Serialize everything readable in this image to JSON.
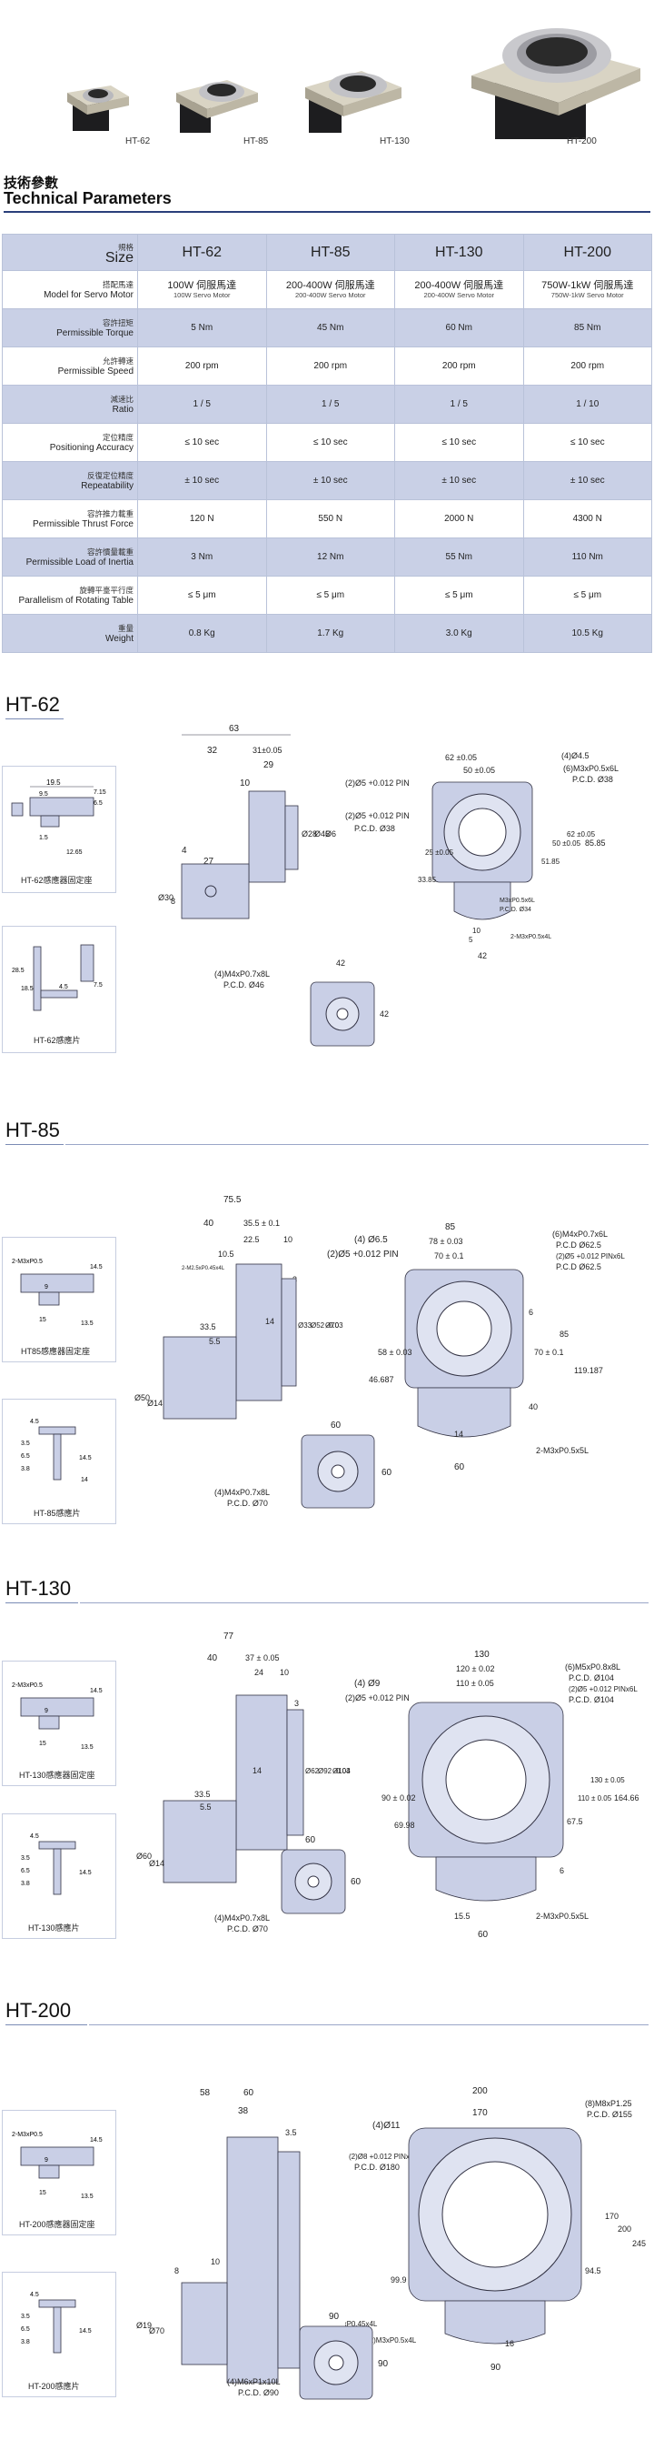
{
  "products": [
    {
      "label": "HT-62"
    },
    {
      "label": "HT-85"
    },
    {
      "label": "HT-130"
    },
    {
      "label": "HT-200"
    }
  ],
  "heading": {
    "cn": "技術參數",
    "en": "Technical Parameters"
  },
  "table": {
    "header": {
      "cn": "規格",
      "en": "Size",
      "models": [
        "HT-62",
        "HT-85",
        "HT-130",
        "HT-200"
      ]
    },
    "rows": [
      {
        "cn": "搭配馬達",
        "en": "Model for Servo Motor",
        "cells": [
          {
            "main": "100W 伺服馬達",
            "sub": "100W Servo Motor"
          },
          {
            "main": "200-400W 伺服馬達",
            "sub": "200-400W Servo Motor"
          },
          {
            "main": "200-400W 伺服馬達",
            "sub": "200-400W Servo Motor"
          },
          {
            "main": "750W-1kW 伺服馬達",
            "sub": "750W-1kW Servo Motor"
          }
        ]
      },
      {
        "cn": "容許扭矩",
        "en": "Permissible Torque",
        "values": [
          "5 Nm",
          "45 Nm",
          "60 Nm",
          "85 Nm"
        ]
      },
      {
        "cn": "允許轉速",
        "en": "Permissible Speed",
        "values": [
          "200 rpm",
          "200 rpm",
          "200 rpm",
          "200 rpm"
        ]
      },
      {
        "cn": "減速比",
        "en": "Ratio",
        "values": [
          "1 / 5",
          "1 / 5",
          "1 / 5",
          "1 / 10"
        ]
      },
      {
        "cn": "定位精度",
        "en": "Positioning Accuracy",
        "values": [
          "≤ 10 sec",
          "≤ 10 sec",
          "≤ 10 sec",
          "≤ 10 sec"
        ]
      },
      {
        "cn": "反復定位精度",
        "en": "Repeatability",
        "values": [
          "± 10 sec",
          "± 10 sec",
          "± 10 sec",
          "± 10 sec"
        ]
      },
      {
        "cn": "容許推力載重",
        "en": "Permissible Thrust Force",
        "values": [
          "120 N",
          "550 N",
          "2000 N",
          "4300 N"
        ]
      },
      {
        "cn": "容許慣量載重",
        "en": "Permissible Load of Inertia",
        "values": [
          "3 Nm",
          "12 Nm",
          "55 Nm",
          "110 Nm"
        ]
      },
      {
        "cn": "旋轉平臺平行度",
        "en": "Parallelism of Rotating Table",
        "values": [
          "≤ 5 μm",
          "≤ 5 μm",
          "≤ 5 μm",
          "≤ 5 μm"
        ]
      },
      {
        "cn": "重量",
        "en": "Weight",
        "values": [
          "0.8 Kg",
          "1.7 Kg",
          "3.0 Kg",
          "10.5 Kg"
        ]
      }
    ]
  },
  "sections": [
    {
      "title": "HT-62",
      "captions": {
        "sensor_mount": "HT-62感應器固定座",
        "sensor_plate": "HT-62感應片"
      },
      "dims": {
        "d63": "63",
        "d32": "32",
        "d31": "31±0.05",
        "d29": "29",
        "d10": "10",
        "d4": "4",
        "d27": "27",
        "d28": "Ø28",
        "d45": "Ø45",
        "d62": "Ø62",
        "d30": "Ø30",
        "d8": "8",
        "pin": "(2)Ø5 +0.012 PIN",
        "pin2": "(2)Ø5 +0.012 PIN",
        "pcd38": "P.C.D. Ø38",
        "top62": "62 ±0.05",
        "top50": "50 ±0.05",
        "h45": "(4)Ø4.5",
        "m3": "(6)M3xP0.5x6L",
        "pcd38b": "P.C.D. Ø38",
        "s3385": "33.85",
        "s25": "25 ±0.05",
        "s5185": "51.85",
        "s50": "50 ±0.05",
        "s62": "62 ±0.05",
        "s8585": "85.85",
        "m3b": "M3xP0.5x6L",
        "pcd34": "P.C.D. Ø34",
        "d10b": "10",
        "d5": "5",
        "m3c": "2-M3xP0.5x4L",
        "d42": "42",
        "mot": "(4)M4xP0.7x8L",
        "mpcd": "P.C.D. Ø46",
        "m42": "42",
        "m42b": "42",
        "s195": "19.5",
        "s95": "9.5",
        "s15": "1.5",
        "s1265": "12.65",
        "s715": "7.15",
        "s65": "6.5",
        "p285": "28.5",
        "p185": "18.5",
        "p45": "4.5",
        "p75": "7.5"
      }
    },
    {
      "title": "HT-85",
      "captions": {
        "sensor_mount": "HT85感應器固定座",
        "sensor_plate": "HT-85感應片"
      },
      "dims": {
        "d755": "75.5",
        "d40": "40",
        "d355": "35.5 ± 0.1",
        "d225": "22.5",
        "d10": "10",
        "d105": "10.5",
        "d3": "3",
        "m2": "2-M2.5xP0.45x4L",
        "d335": "33.5",
        "d55": "5.5",
        "d14": "14",
        "d33": "Ø33",
        "d52": "Ø52 -0.03",
        "d70": "Ø70",
        "d50": "Ø50",
        "d14b": "Ø14",
        "h65": "(4) Ø6.5",
        "pin": "(2)Ø5 +0.012 PIN",
        "w85": "85",
        "w78": "78 ± 0.03",
        "w70": "70 ± 0.1",
        "m4": "(6)M4xP0.7x6L",
        "pcd625": "P.C.D Ø62.5",
        "pinx6": "(2)Ø5 +0.012 PINx6L",
        "pcd625b": "P.C.D Ø62.5",
        "s58": "58 ± 0.03",
        "s46687": "46.687",
        "s70": "70 ± 0.1",
        "s85": "85",
        "s119": "119.187",
        "s6": "6",
        "s40": "40",
        "s14": "14",
        "s60": "60",
        "m3": "2-M3xP0.5x5L",
        "mot": "(4)M4xP0.7x8L",
        "mpcd": "P.C.D. Ø70",
        "m60": "60",
        "m60b": "60",
        "a35": "2-M3xP0.5",
        "a14": "14.5",
        "a9": "9",
        "a15": "15",
        "a135": "13.5",
        "b45": "4.5",
        "b35": "3.5",
        "b65": "6.5",
        "b38": "3.8",
        "b145": "14.5",
        "b14": "14"
      }
    },
    {
      "title": "HT-130",
      "captions": {
        "sensor_mount": "HT-130感應器固定座",
        "sensor_plate": "HT-130感應片"
      },
      "dims": {
        "d77": "77",
        "d40": "40",
        "d37": "37 ± 0.05",
        "d24": "24",
        "d10": "10",
        "d3": "3",
        "d335": "33.5",
        "d55": "5.5",
        "d14": "14",
        "d62": "Ø62",
        "d92": "Ø92 -0.03",
        "d104": "Ø104",
        "d60": "Ø60",
        "d14b": "Ø14",
        "h9": "(4) Ø9",
        "pin": "(2)Ø5 +0.012 PIN",
        "w130": "130",
        "w120": "120 ± 0.02",
        "w110": "110 ± 0.05",
        "m5": "(6)M5xP0.8x8L",
        "pcd104": "P.C.D. Ø104",
        "pinx6": "(2)Ø5 +0.012 PINx6L",
        "pcd104b": "P.C.D. Ø104",
        "s90": "90 ± 0.02",
        "s6998": "69.98",
        "s675": "67.5",
        "s110": "110 ± 0.05",
        "s130": "130 ± 0.05",
        "s16466": "164.66",
        "s6": "6",
        "s155": "15.5",
        "s60": "60",
        "m3": "2-M3xP0.5x5L",
        "mot": "(4)M4xP0.7x8L",
        "mpcd": "P.C.D. Ø70",
        "m60": "60",
        "m60b": "60"
      }
    },
    {
      "title": "HT-200",
      "captions": {
        "sensor_mount": "HT-200感應器固定座",
        "sensor_plate": "HT-200感應片"
      },
      "dims": {
        "d58": "58",
        "d60": "60",
        "d38": "38",
        "d35": "3.5",
        "d10": "10",
        "d8": "8",
        "d19": "Ø19",
        "d70": "Ø70",
        "h11": "(4)Ø11",
        "pin": "(2)Ø8 +0.012 PINx8L",
        "pcd180": "P.C.D. Ø180",
        "w200": "200",
        "w170": "170",
        "m8": "(8)M8xP1.25",
        "pcd155": "P.C.D. Ø155",
        "s999": "99.9",
        "s945": "94.5",
        "s170": "170",
        "s200": "200",
        "s245": "245",
        "s16": "16",
        "m2": "(2)M2.5xP0.45x4L",
        "m3": "(2)M3xP0.5x4L",
        "s90": "90",
        "mot": "(4)M6xP1x10L",
        "mpcd": "P.C.D. Ø90",
        "m90": "90",
        "m90b": "90"
      }
    }
  ]
}
